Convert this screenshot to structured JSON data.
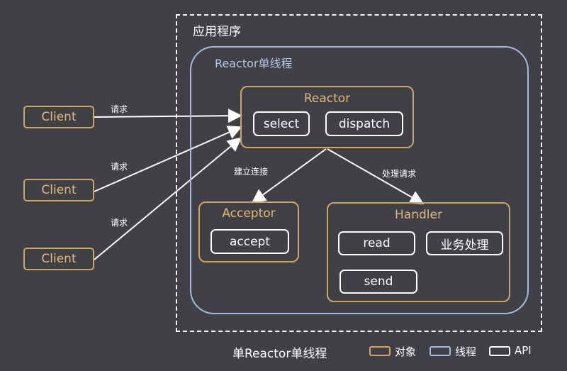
{
  "app_label": "应用程序",
  "thread_label": "Reactor单线程",
  "reactor": {
    "title": "Reactor",
    "select": "select",
    "dispatch": "dispatch"
  },
  "acceptor": {
    "title": "Acceptor",
    "accept": "accept"
  },
  "handler": {
    "title": "Handler",
    "read": "read",
    "business": "业务处理",
    "send": "send"
  },
  "clients": [
    "Client",
    "Client",
    "Client"
  ],
  "request_labels": [
    "请求",
    "请求",
    "请求"
  ],
  "edge_labels": {
    "establish": "建立连接",
    "process": "处理请求"
  },
  "footer": {
    "title": "单Reactor单线程"
  },
  "legend": [
    {
      "label": "对象",
      "color": "#cfa468"
    },
    {
      "label": "线程",
      "color": "#a8b8dc"
    },
    {
      "label": "API",
      "color": "#ffffff"
    }
  ]
}
